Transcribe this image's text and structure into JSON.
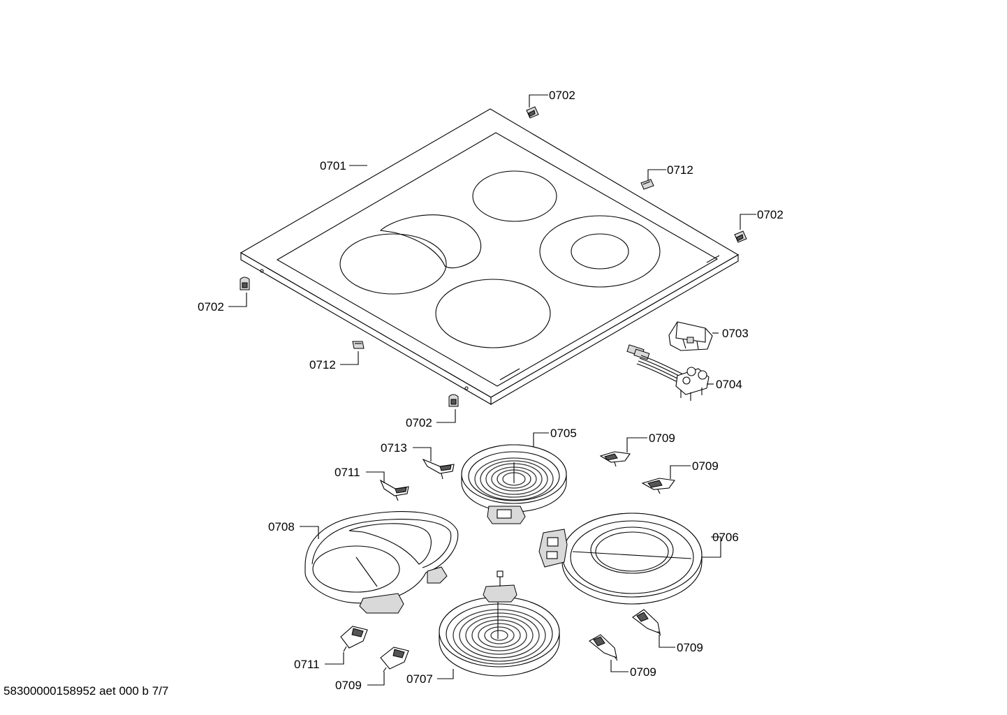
{
  "diagram": {
    "callouts": {
      "p0701": "0701",
      "p0702_top": "0702",
      "p0702_right": "0702",
      "p0702_left": "0702",
      "p0702_front": "0702",
      "p0712_right": "0712",
      "p0712_left": "0712",
      "p0703": "0703",
      "p0704": "0704",
      "p0705": "0705",
      "p0706": "0706",
      "p0707": "0707",
      "p0708": "0708",
      "p0709_a": "0709",
      "p0709_b": "0709",
      "p0709_c": "0709",
      "p0709_d": "0709",
      "p0709_e": "0709",
      "p0711_top": "0711",
      "p0711_bottom": "0711",
      "p0713": "0713"
    },
    "footer": "58300000158952 aet 000 b 7/7"
  }
}
